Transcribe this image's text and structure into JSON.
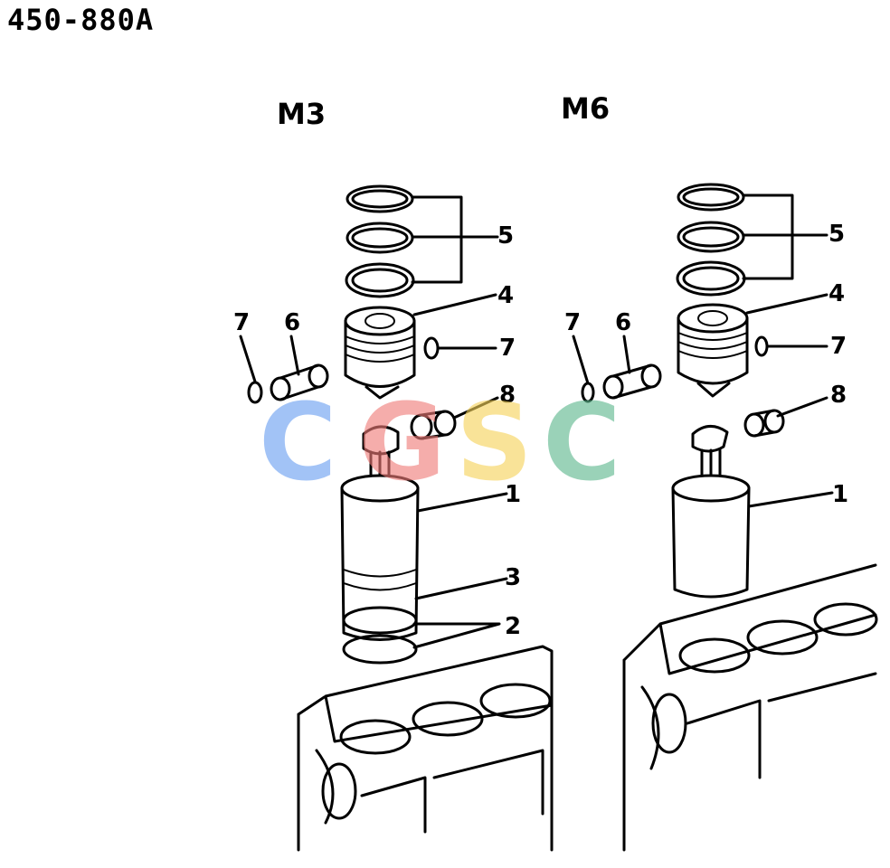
{
  "ref_number": "450-880A",
  "variants": [
    "M3",
    "M6"
  ],
  "callouts_m3": [
    "5",
    "4",
    "7",
    "6",
    "7",
    "8",
    "1",
    "3",
    "2"
  ],
  "callouts_m6": [
    "5",
    "4",
    "7",
    "6",
    "7",
    "8",
    "1"
  ],
  "watermark": {
    "letters": [
      "C",
      "G",
      "S",
      "C"
    ],
    "colors": [
      "#6a9ff2",
      "#ef7b78",
      "#f6d35a",
      "#5db88e"
    ]
  }
}
